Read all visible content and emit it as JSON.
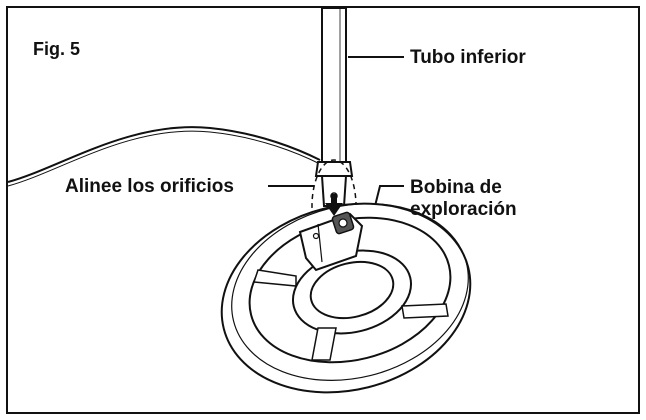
{
  "figure": {
    "number_label": "Fig. 5",
    "labels": {
      "lower_tube": "Tubo inferior",
      "align_holes": "Alinee los orificios",
      "search_coil_line1": "Bobina de",
      "search_coil_line2": "exploración"
    },
    "colors": {
      "ink": "#111111",
      "background": "#ffffff"
    }
  }
}
